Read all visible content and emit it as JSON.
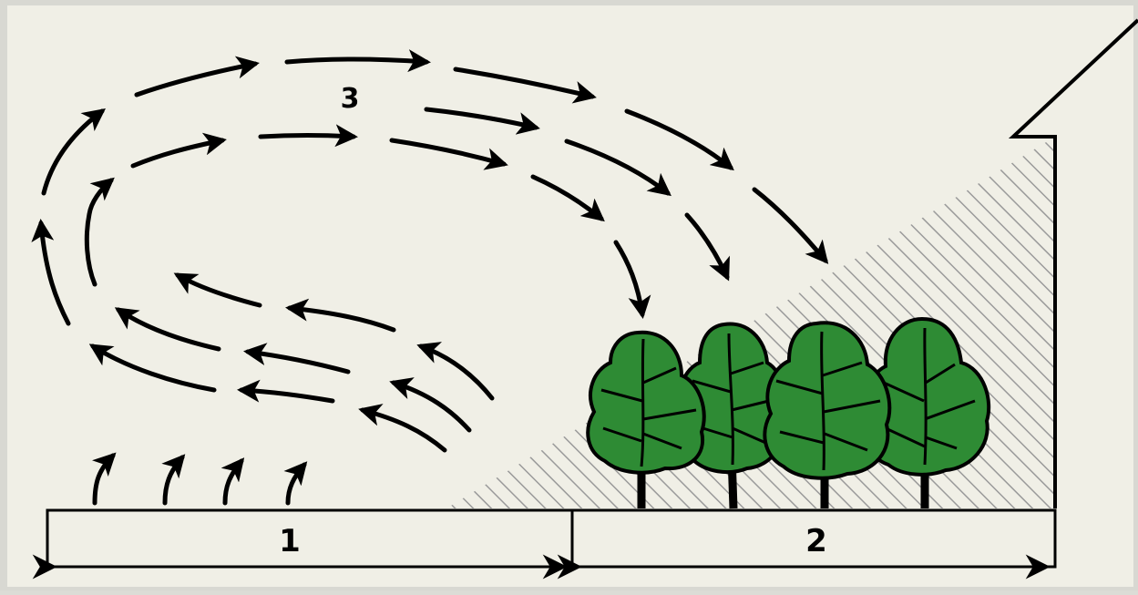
{
  "labels": {
    "zone_1": "1",
    "zone_2": "2",
    "airflow_3": "3"
  },
  "colors": {
    "background": "#f0efe6",
    "frame": "#d8d8d2",
    "ink": "#000000",
    "foliage": "#2e8b34",
    "hatch": "#9a9a9a"
  },
  "icons": {
    "tree": "tree-icon",
    "arrow": "arrow-icon",
    "building": "building-icon"
  }
}
